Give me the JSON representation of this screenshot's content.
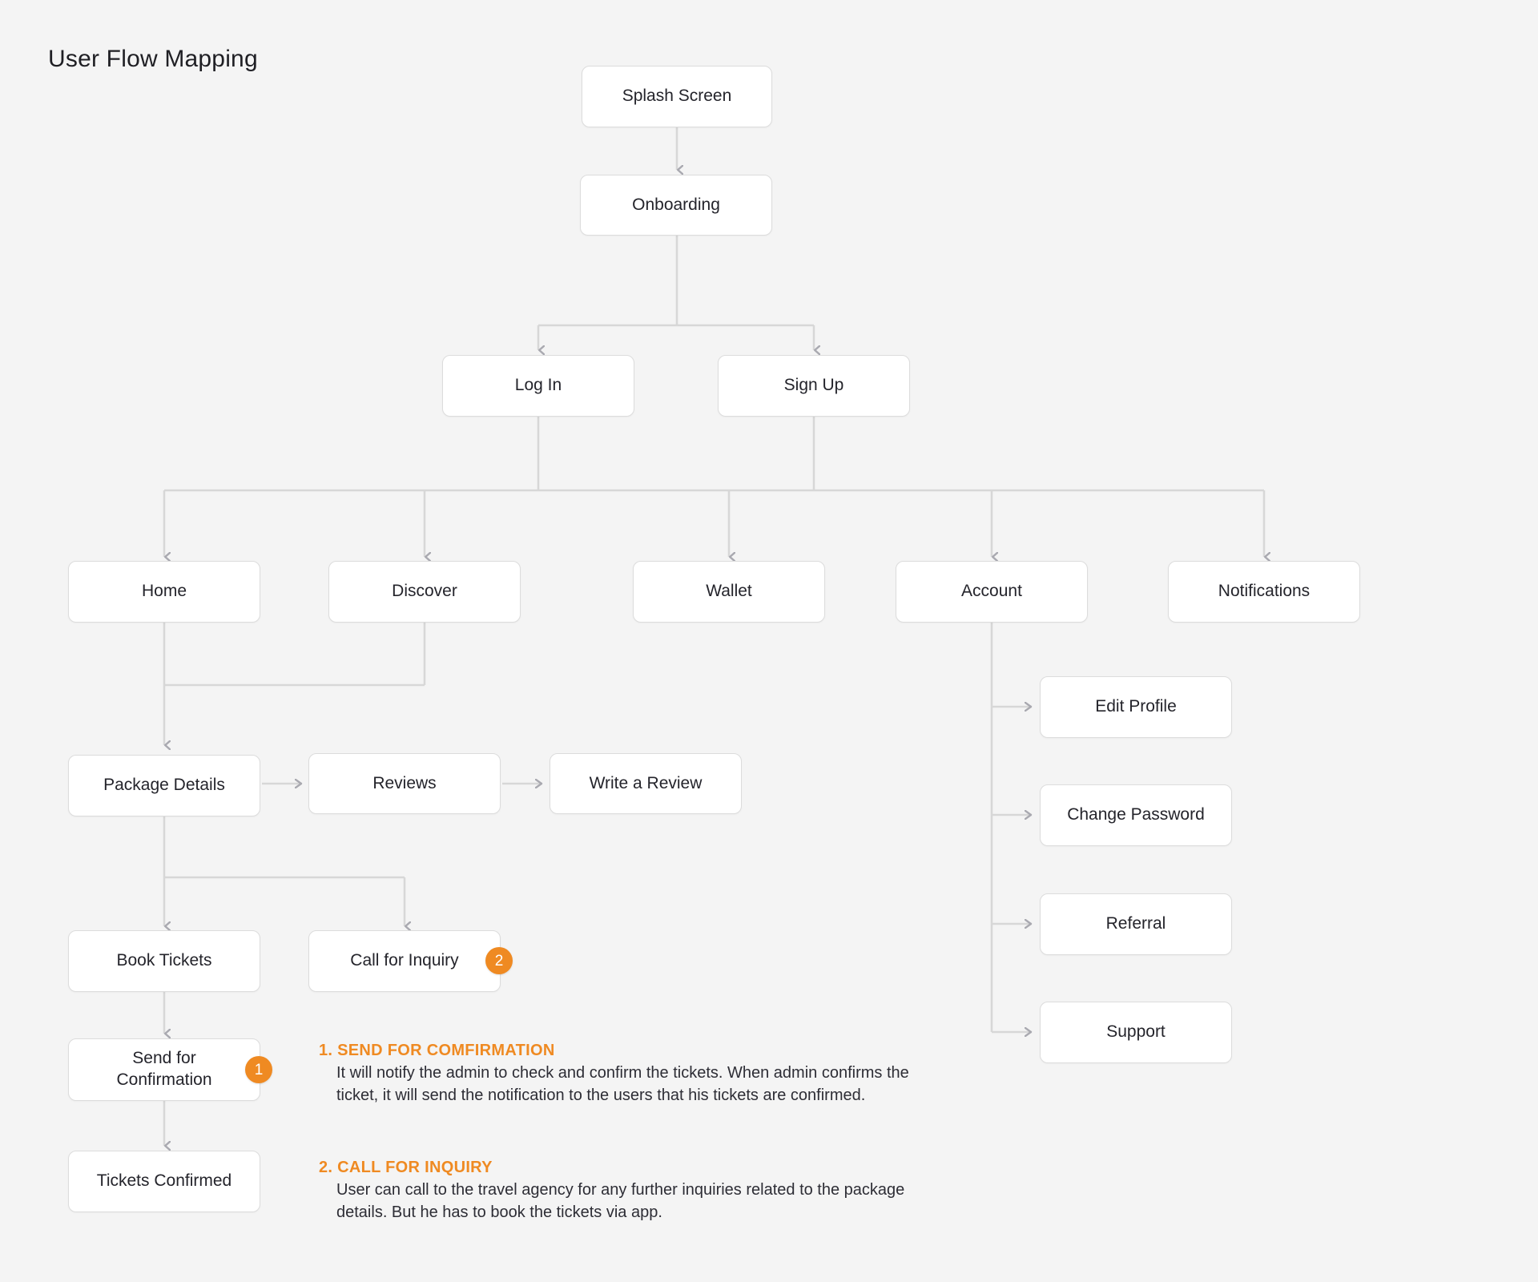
{
  "page": {
    "title": "User Flow Mapping",
    "background_color": "#f4f4f4",
    "accent_color": "#ef8a22",
    "node_border_color": "#dcdcdc",
    "connector_color": "#d5d5d5"
  },
  "nodes": {
    "splash_screen": "Splash Screen",
    "onboarding": "Onboarding",
    "log_in": "Log In",
    "sign_up": "Sign Up",
    "home": "Home",
    "discover": "Discover",
    "wallet": "Wallet",
    "account": "Account",
    "notifications": "Notifications",
    "edit_profile": "Edit Profile",
    "change_password": "Change Password",
    "referral": "Referral",
    "support": "Support",
    "package_details": "Package Details",
    "reviews": "Reviews",
    "write_a_review": "Write a Review",
    "book_tickets": "Book Tickets",
    "call_for_inquiry": "Call for Inquiry",
    "send_for_confirmation": "Send for\nConfirmation",
    "tickets_confirmed": "Tickets Confirmed"
  },
  "badges": {
    "send_for_confirmation": "1",
    "call_for_inquiry": "2"
  },
  "notes": [
    {
      "title": "1. SEND FOR COMFIRMATION",
      "body": "It will notify the admin to check and confirm the tickets. When admin confirms the ticket, it will send the notification to the users that his tickets are confirmed."
    },
    {
      "title": "2. CALL FOR INQUIRY",
      "body": "User can call to the travel agency for any further inquiries related to the package details. But he has to book the tickets via app."
    }
  ]
}
